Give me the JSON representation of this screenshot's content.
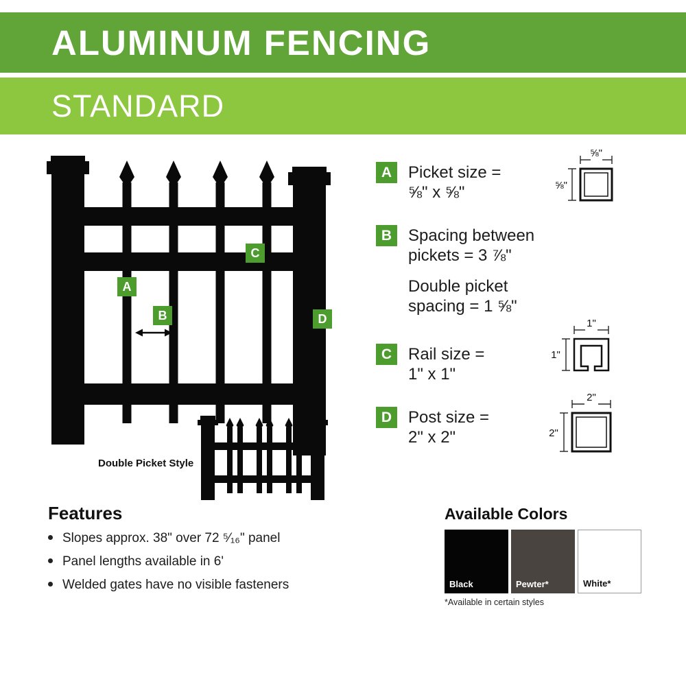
{
  "header": {
    "title": "ALUMINUM FENCING",
    "subtitle": "STANDARD"
  },
  "colors": {
    "banner_dark_green": "#61a437",
    "banner_light_green": "#8dc63f",
    "tag_green": "#4c9c2e"
  },
  "tags": {
    "a": "A",
    "b": "B",
    "c": "C",
    "d": "D"
  },
  "illustration": {
    "caption": "Double Picket Style"
  },
  "specs": {
    "a": {
      "line1": "Picket size =",
      "line2": "⅝\" x ⅝\""
    },
    "b": {
      "line1": "Spacing between",
      "line2": "pickets = 3 ⅞\"",
      "line3": "Double picket",
      "line4": "spacing = 1 ⅝\""
    },
    "c": {
      "line1": "Rail size =",
      "line2": "1\" x 1\""
    },
    "d": {
      "line1": "Post size =",
      "line2": "2\" x 2\""
    }
  },
  "diagrams": {
    "picket": {
      "top_dim": "⅝\"",
      "side_dim": "⅝\""
    },
    "rail": {
      "top_dim": "1\"",
      "side_dim": "1\""
    },
    "post": {
      "top_dim": "2\"",
      "side_dim": "2\""
    }
  },
  "features": {
    "heading": "Features",
    "items": [
      "Slopes approx. 38\" over 72 ⁵⁄₁₆\" panel",
      "Panel lengths available in 6'",
      "Welded gates have no visible fasteners"
    ]
  },
  "available_colors": {
    "heading": "Available Colors",
    "swatches": [
      {
        "name": "Black",
        "hex": "#050505"
      },
      {
        "name": "Pewter*",
        "hex": "#4a4441"
      },
      {
        "name": "White*",
        "hex": "#ffffff"
      }
    ],
    "footnote": "*Available in certain styles"
  }
}
